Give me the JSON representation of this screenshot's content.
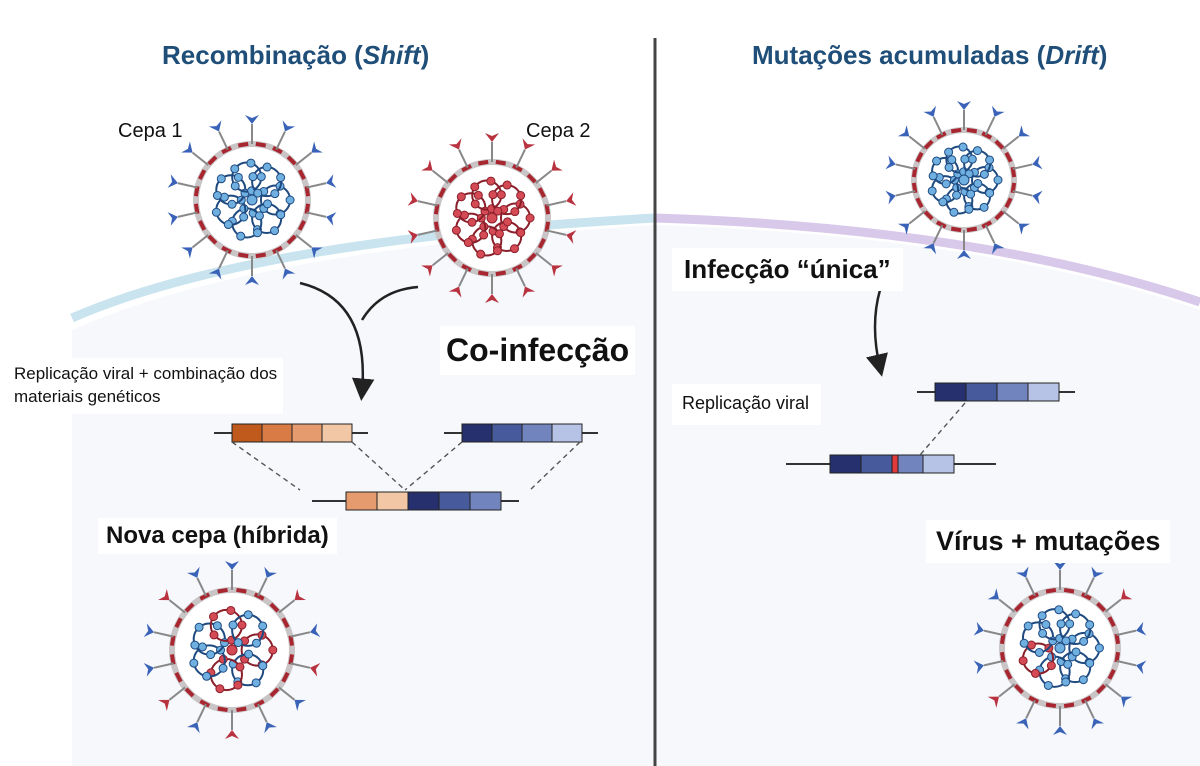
{
  "left_panel": {
    "title_main": "Recombinação (",
    "title_italic": "Shift",
    "title_end": ")",
    "strain1_label": "Cepa 1",
    "strain2_label": "Cepa 2",
    "coinfection_label": "Co-infecção",
    "replication_label_line1": "Replicação viral + combinação dos",
    "replication_label_line2": "materiais genéticos",
    "new_strain_label": "Nova cepa (híbrida)"
  },
  "right_panel": {
    "title_main": "Mutações acumuladas (",
    "title_italic": "Drift",
    "title_end": ")",
    "infection_label": "Infecção “única”",
    "replication_label": "Replicação viral",
    "result_label": "Vírus + mutações"
  },
  "colors": {
    "title": "#1f4e79",
    "strain1_blue": "#3a63b8",
    "strain2_red": "#b8323f",
    "orange_segments": [
      "#c05a1c",
      "#d97b45",
      "#e59b6e",
      "#f2c7a6"
    ],
    "blue_segments": [
      "#27306e",
      "#465a9c",
      "#7284bd",
      "#b7c3e6"
    ],
    "mutation": "#e03a3a",
    "membrane_left": "#c9e4ef",
    "membrane_right": "#d8c8ea",
    "cell_interior": "#f6f8fc",
    "divider": "#444444"
  }
}
